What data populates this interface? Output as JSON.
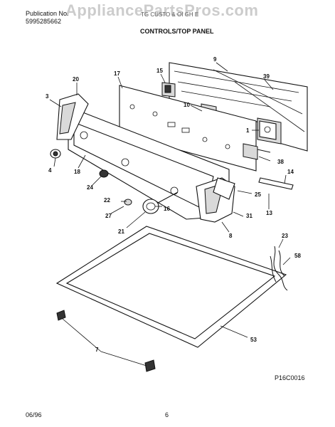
{
  "header": {
    "publication_label": "Publication No.",
    "publication_number": "5995285662",
    "model_text": "TG CUSTO & OI GH E",
    "section_title": "CONTROLS/TOP PANEL",
    "watermark": "AppliancePartsPros.com"
  },
  "callouts": [
    "9",
    "39",
    "15",
    "17",
    "20",
    "3",
    "10",
    "1",
    "4",
    "18",
    "38",
    "14",
    "24",
    "22",
    "27",
    "16",
    "25",
    "13",
    "31",
    "21",
    "8",
    "23",
    "58",
    "53",
    "7"
  ],
  "footer": {
    "drawing_code": "P16C0016",
    "date": "06/96",
    "page_number": "6"
  },
  "colors": {
    "ink": "#111111",
    "watermark": "#999999",
    "background": "#ffffff"
  }
}
